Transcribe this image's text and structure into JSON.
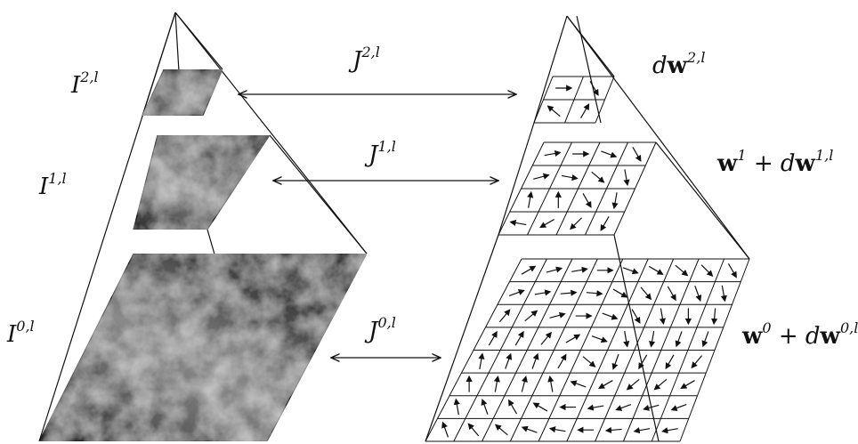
{
  "labels": {
    "I2": {
      "base": "I",
      "sup": "2,l"
    },
    "I1": {
      "base": "I",
      "sup": "1,l"
    },
    "I0": {
      "base": "I",
      "sup": "0,l"
    },
    "J2": {
      "base": "J",
      "sup": "2,l"
    },
    "J1": {
      "base": "J",
      "sup": "1,l"
    },
    "J0": {
      "base": "J",
      "sup": "0,l"
    },
    "dw2": {
      "pre": "d",
      "bold": "w",
      "sup": "2,l"
    },
    "w1dw1": {
      "bold": "w",
      "sup1": "1",
      "mid": " + d",
      "bold2": "w",
      "sup2": "1,l"
    },
    "w0dw0": {
      "bold": "w",
      "sup1": "0",
      "mid": " + d",
      "bold2": "w",
      "sup2": "0,l"
    }
  },
  "flow_grids": {
    "level2": {
      "rows": 2,
      "cols": 2,
      "angles": [
        [
          0,
          60
        ],
        [
          220,
          300
        ]
      ]
    },
    "level1": {
      "rows": 4,
      "cols": 4,
      "angles": [
        [
          350,
          0,
          20,
          60
        ],
        [
          345,
          10,
          40,
          80
        ],
        [
          280,
          270,
          60,
          100
        ],
        [
          190,
          150,
          135,
          120
        ]
      ]
    },
    "level0": {
      "rows": 8,
      "cols": 9,
      "angles": [
        [
          330,
          345,
          350,
          0,
          20,
          30,
          40,
          45,
          60
        ],
        [
          340,
          350,
          355,
          5,
          30,
          50,
          60,
          70,
          80
        ],
        [
          310,
          320,
          345,
          0,
          20,
          60,
          80,
          90,
          95
        ],
        [
          300,
          300,
          310,
          330,
          20,
          80,
          100,
          110,
          110
        ],
        [
          280,
          290,
          290,
          300,
          40,
          110,
          120,
          120,
          130
        ],
        [
          270,
          280,
          285,
          260,
          200,
          150,
          140,
          140,
          150
        ],
        [
          260,
          250,
          240,
          210,
          180,
          170,
          160,
          165,
          160
        ],
        [
          250,
          230,
          220,
          200,
          190,
          180,
          175,
          170,
          170
        ]
      ]
    }
  },
  "colors": {
    "line": "#111111",
    "image_dark": "#1b1b1b",
    "image_light": "#bdbdbd"
  }
}
